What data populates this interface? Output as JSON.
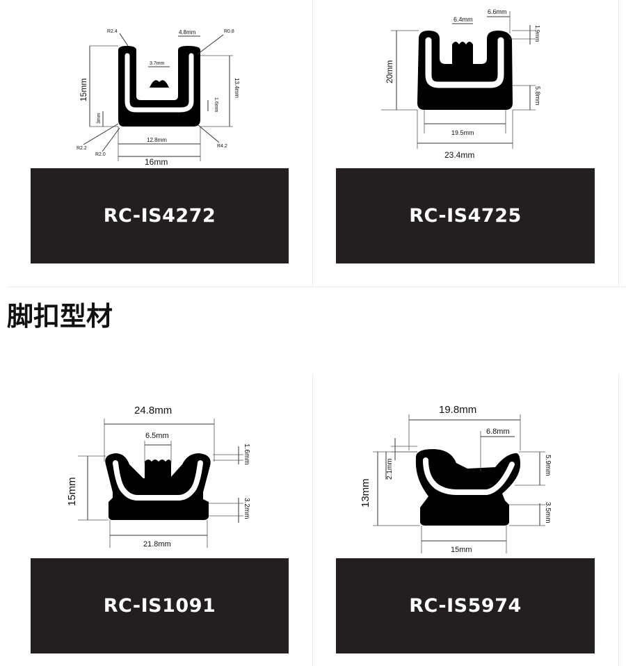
{
  "section_title": "脚扣型材",
  "products": [
    {
      "label": "RC-IS4272",
      "dims": {
        "r24": "R2.4",
        "w48": "4.8mm",
        "r08": "R0.8",
        "w37": "3.7mm",
        "h15": "15mm",
        "h134": "13.4mm",
        "h16": "1.6mm",
        "h3": "3mm",
        "r22": "R2.2",
        "r20": "R2.0",
        "w128": "12.8mm",
        "r42": "R4.2",
        "w16": "16mm"
      }
    },
    {
      "label": "RC-IS4725",
      "dims": {
        "w64": "6.4mm",
        "w66": "6.6mm",
        "h19": "1.9mm",
        "h20": "20mm",
        "h58": "5.8mm",
        "w195": "19.5mm",
        "w234": "23.4mm"
      }
    },
    {
      "label": "RC-IS1091",
      "dims": {
        "w248": "24.8mm",
        "w65": "6.5mm",
        "h16": "1.6mm",
        "h15": "15mm",
        "h32": "3.2mm",
        "w218": "21.8mm"
      }
    },
    {
      "label": "RC-IS5974",
      "dims": {
        "w198": "19.8mm",
        "w68": "6.8mm",
        "h59": "5.9mm",
        "h21": "2.1mm",
        "h13": "13mm",
        "h35": "3.5mm",
        "w15": "15mm"
      }
    }
  ]
}
